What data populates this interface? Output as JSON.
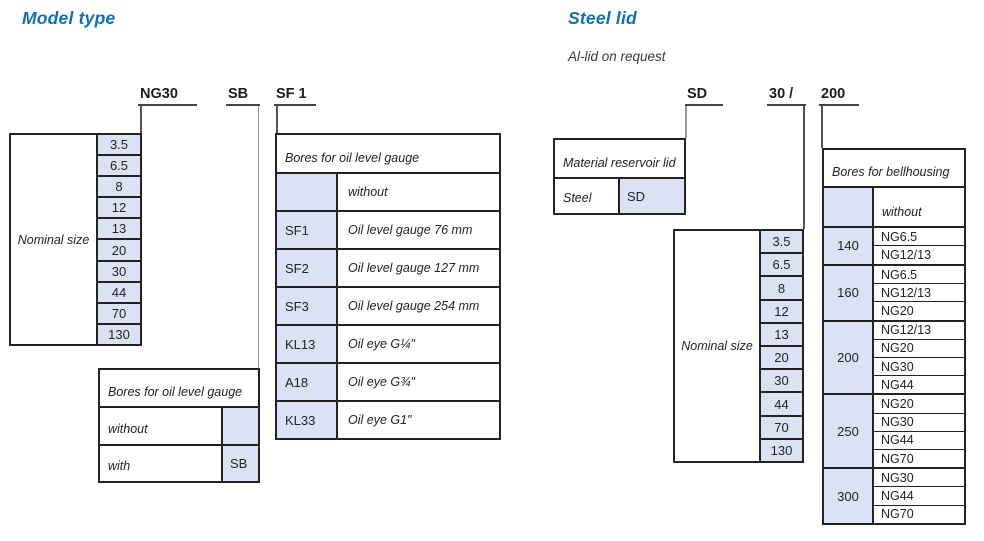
{
  "colors": {
    "accent": "#0e6fbe",
    "cell_fill": "#dbe2f3",
    "border": "#262223"
  },
  "model_type": {
    "title": "Model type",
    "labels": {
      "ng30": "NG30",
      "sb": "SB",
      "sf1": "SF 1"
    },
    "nominal": {
      "label": "Nominal size",
      "values": [
        "3.5",
        "6.5",
        "8",
        "12",
        "13",
        "20",
        "30",
        "44",
        "70",
        "130"
      ]
    },
    "oil_gauge_bores": {
      "header": "Bores for oil level gauge",
      "rows": [
        {
          "label": "without",
          "code": ""
        },
        {
          "label": "with",
          "code": "SB"
        }
      ]
    },
    "oil_gauge_types": {
      "header": "Bores for oil level gauge",
      "rows": [
        {
          "code": "",
          "desc": "without"
        },
        {
          "code": "SF1",
          "desc": "Oil level gauge 76 mm"
        },
        {
          "code": "SF2",
          "desc": "Oil level gauge 127 mm"
        },
        {
          "code": "SF3",
          "desc": "Oil level gauge 254 mm"
        },
        {
          "code": "KL13",
          "desc": "Oil eye G¼\""
        },
        {
          "code": "A18",
          "desc": "Oil eye G¾\""
        },
        {
          "code": "KL33",
          "desc": "Oil eye G1\""
        }
      ]
    }
  },
  "steel_lid": {
    "title": "Steel lid",
    "subtitle": "Al-lid on request",
    "labels": {
      "sd": "SD",
      "size": "30 /",
      "flange": "200"
    },
    "material": {
      "header": "Material reservoir lid",
      "rows": [
        {
          "label": "Steel",
          "code": "SD"
        }
      ]
    },
    "nominal": {
      "label": "Nominal size",
      "values": [
        "3.5",
        "6.5",
        "8",
        "12",
        "13",
        "20",
        "30",
        "44",
        "70",
        "130"
      ]
    },
    "bellhousing": {
      "header": "Bores for bellhousing",
      "without": "without",
      "groups": [
        {
          "size": "140",
          "items": [
            "NG6.5",
            "NG12/13"
          ]
        },
        {
          "size": "160",
          "items": [
            "NG6.5",
            "NG12/13",
            "NG20"
          ]
        },
        {
          "size": "200",
          "items": [
            "NG12/13",
            "NG20",
            "NG30",
            "NG44"
          ]
        },
        {
          "size": "250",
          "items": [
            "NG20",
            "NG30",
            "NG44",
            "NG70"
          ]
        },
        {
          "size": "300",
          "items": [
            "NG30",
            "NG44",
            "NG70"
          ]
        }
      ]
    }
  }
}
